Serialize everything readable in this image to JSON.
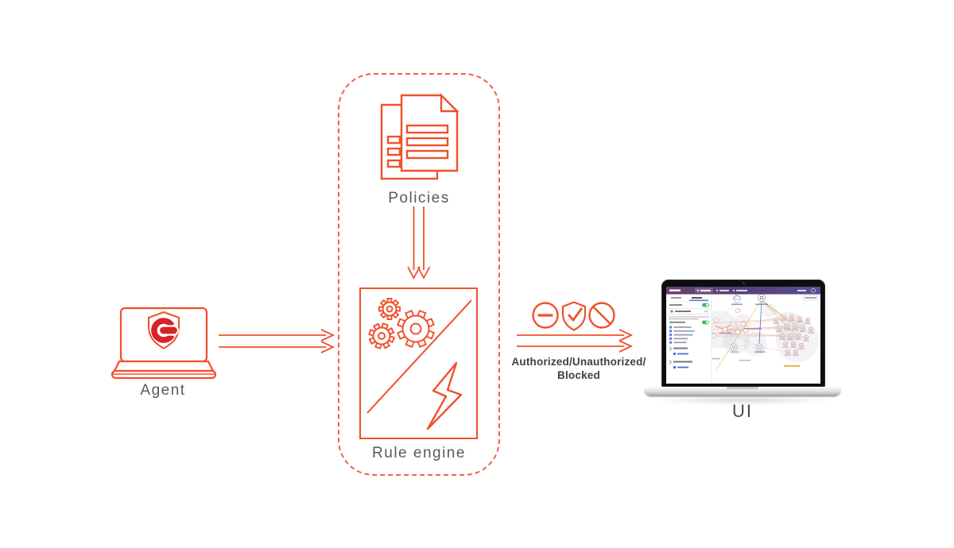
{
  "diagram": {
    "agent": {
      "label": "Agent"
    },
    "policy_boundary": {
      "policies_label": "Policies",
      "rule_engine_label": "Rule engine"
    },
    "verdict": {
      "line1": "Authorized/Unauthorized/",
      "line2": "Blocked"
    },
    "ui": {
      "label": "UI"
    }
  },
  "colors": {
    "stroke_orange": "#F0502B",
    "dashed_border": "#F4604F",
    "logo_red": "#D6232A",
    "label_gray": "#58595B",
    "verdict_text": "#414042",
    "screen_header_start": "#6B4170",
    "screen_header_end": "#5A4C96",
    "toggle_green": "#3DBA55",
    "link_blue": "#4A6FD8",
    "edge_salmon": "#F29B86",
    "edge_blue": "#4A78B0",
    "edge_yellow": "#D9B24B",
    "highlight_orange": "#E8A13C"
  },
  "icons": {
    "agent_device": "laptop-outline-icon",
    "agent_badge": "shield-logo-icon",
    "policies": "documents-icon",
    "rule_engine": "gears-icon",
    "rule_engine_flash": "lightning-icon",
    "verdict_authorized": "minus-circle-icon",
    "verdict_verified": "shield-check-icon",
    "verdict_blocked": "no-entry-icon",
    "ui_device": "macbook-icon"
  }
}
